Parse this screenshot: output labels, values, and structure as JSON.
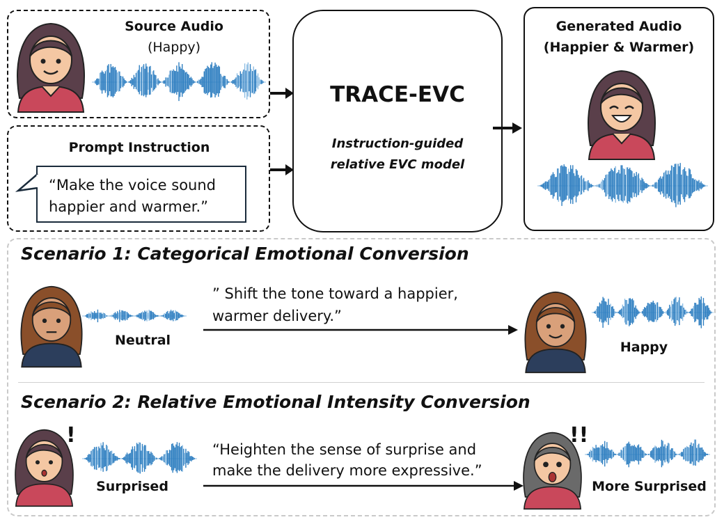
{
  "top": {
    "source_title": "Source Audio",
    "source_sub": "(Happy)",
    "prompt_title": "Prompt Instruction",
    "prompt_line1": "“Make the voice sound",
    "prompt_line2": "happier and warmer.”",
    "model_name": "TRACE-EVC",
    "model_desc_line1": "Instruction-guided",
    "model_desc_line2": "relative EVC model",
    "generated_title": "Generated Audio",
    "generated_sub": "(Happier & Warmer)"
  },
  "scenario1": {
    "title": "Scenario 1: Categorical Emotional Conversion",
    "instruction_line1": "” Shift the tone toward a happier,",
    "instruction_line2": "warmer delivery.”",
    "from_label": "Neutral",
    "to_label": "Happy"
  },
  "scenario2": {
    "title": "Scenario 2: Relative Emotional Intensity Conversion",
    "instruction_line1": "“Heighten the sense of surprise and",
    "instruction_line2": "make the delivery more expressive.”",
    "from_label": "Surprised",
    "to_label": "More Surprised",
    "from_mark": "!",
    "to_mark": "!!"
  },
  "colors": {
    "waveform": "#2f7fc1",
    "waveform_light": "#8dbde3",
    "shirt_red": "#c9485b",
    "shirt_navy": "#2c3e5c",
    "hair_dark": "#5a3f4a",
    "hair_brown": "#8a4f2a",
    "hair_gray": "#6a6a6a",
    "skin_light": "#f4c7a3",
    "skin_tan": "#d9a07a"
  },
  "icons": [
    "woman-avatar-icon",
    "waveform-icon",
    "arrow-right-icon",
    "speech-bubble-icon"
  ]
}
